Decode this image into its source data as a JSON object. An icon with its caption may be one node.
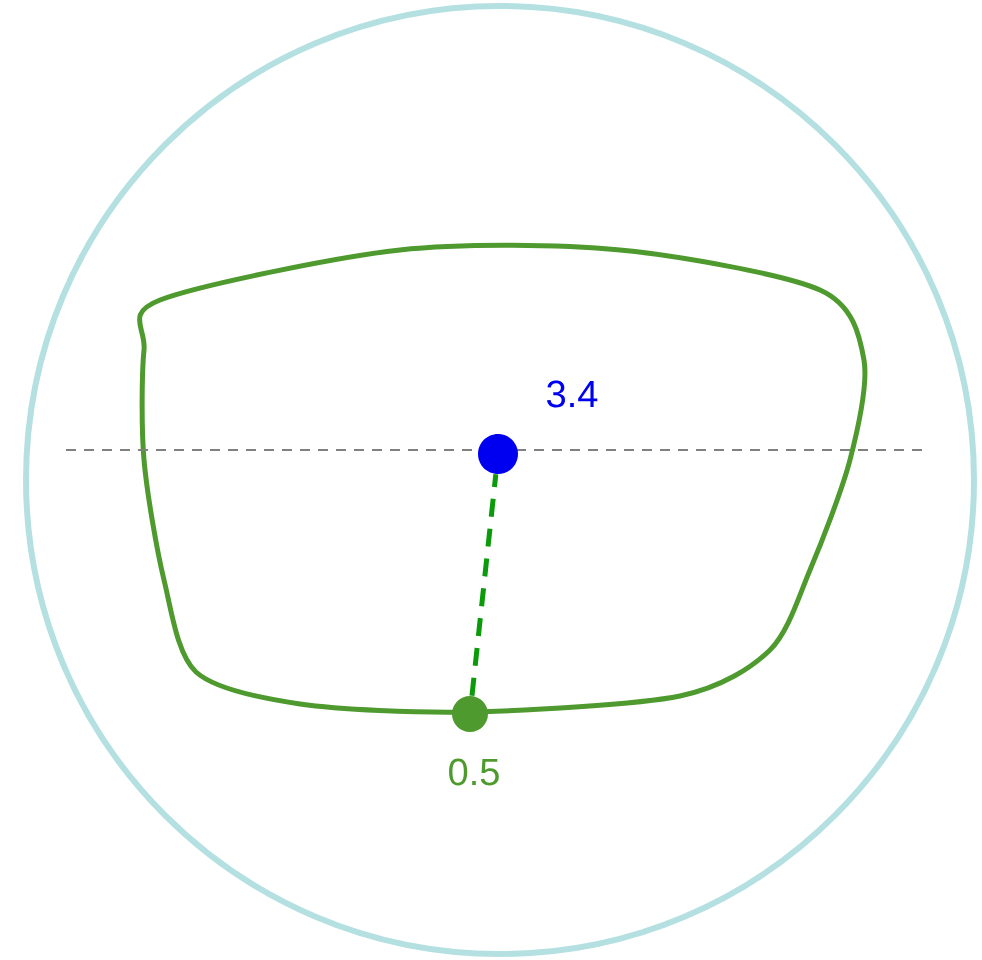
{
  "diagram": {
    "nodes": [
      {
        "text": [],
        "shape": "circle",
        "beside": [
          "3.4"
        ]
      },
      {
        "text": [],
        "shape": "circle",
        "beside": [
          "0.5"
        ]
      }
    ],
    "edges": [
      {
        "from": 1,
        "to": 0,
        "arrow": "none",
        "style": "dashed",
        "color": "#0a9a0a"
      }
    ]
  }
}
